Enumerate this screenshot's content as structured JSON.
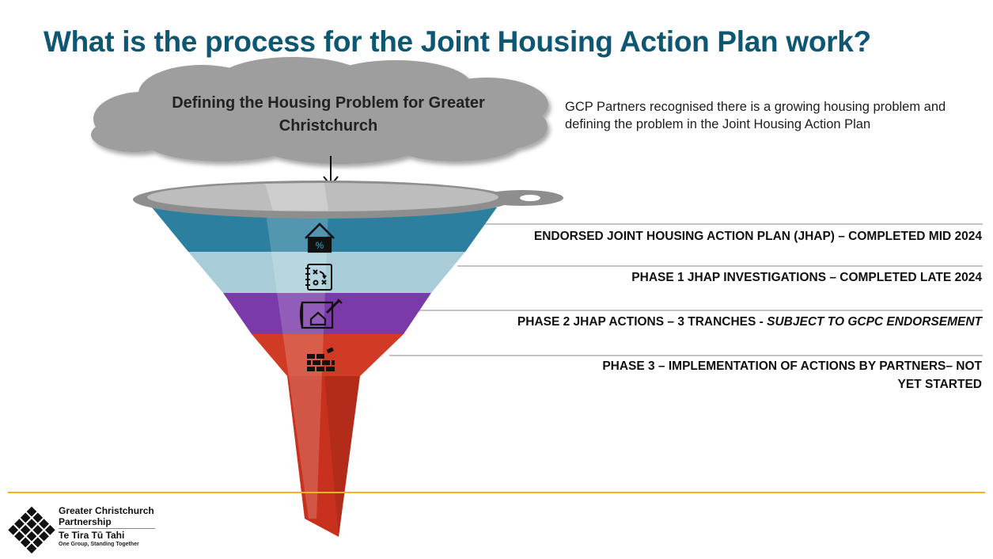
{
  "slide": {
    "title": "What is the process for the Joint Housing Action Plan work?"
  },
  "cloud": {
    "text": "Defining the Housing Problem for Greater Christchurch"
  },
  "intro": {
    "text": "GCP Partners recognised there is a growing housing problem and defining the problem in the Joint Housing Action Plan"
  },
  "stages": [
    {
      "label": "ENDORSED JOINT HOUSING ACTION PLAN (JHAP) – COMPLETED MID 2024",
      "icon": "house-percent-icon",
      "color": "#2d7f9f"
    },
    {
      "label": "PHASE 1 JHAP INVESTIGATIONS – COMPLETED LATE 2024",
      "icon": "strategy-notepad-icon",
      "color": "#a9cdd8"
    },
    {
      "label_main": "PHASE 2 JHAP ACTIONS – 3 TRANCHES - ",
      "label_emphasis": "SUBJECT TO GCPC ENDORSEMENT",
      "icon": "house-blueprint-icon",
      "color": "#7a3aa9"
    },
    {
      "label": "PHASE 3 – IMPLEMENTATION OF ACTIONS BY PARTNERS– NOT YET STARTED",
      "icon": "brick-wall-icon",
      "color": "#d13a24"
    }
  ],
  "colors": {
    "title": "#0e5772",
    "footer_line": "#f2b51a",
    "cloud": "#9e9e9e",
    "funnel_rim": "#9a9a9a"
  },
  "logo": {
    "name": "Greater Christchurch Partnership",
    "maori": "Te Tira Tū Tahi",
    "tagline": "One Group, Standing Together"
  }
}
